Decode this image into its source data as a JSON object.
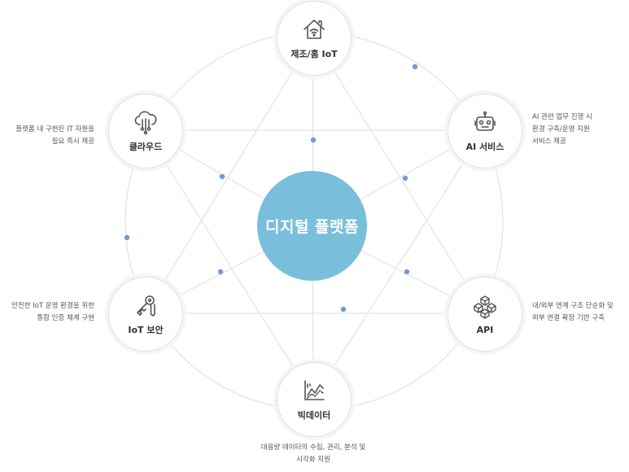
{
  "center": {
    "label": "디지털 플랫폼"
  },
  "nodes": [
    {
      "id": "iot-home",
      "label": "제조/홈 IoT",
      "icon": "smart-home-icon"
    },
    {
      "id": "ai-service",
      "label": "AI 서비스",
      "icon": "robot-icon"
    },
    {
      "id": "api",
      "label": "API",
      "icon": "cube-cluster-icon"
    },
    {
      "id": "big-data",
      "label": "빅데이터",
      "icon": "line-chart-icon"
    },
    {
      "id": "iot-security",
      "label": "IoT 보안",
      "icon": "keys-icon"
    },
    {
      "id": "cloud",
      "label": "클라우드",
      "icon": "cloud-network-icon"
    }
  ],
  "descriptions": {
    "ai_service": [
      "AI 관련 업무 진행 시",
      "환경 구축/운영 지원",
      "서비스 제공"
    ],
    "api": [
      "내/외부 연계 구조 단순화 및",
      "외부 연결 확장 기반 구축"
    ],
    "big_data": [
      "대용량 데이터의 수집, 관리, 분석 및",
      "시각화 지원"
    ],
    "iot_security": [
      "안전한 IoT 운영 환경을 위한",
      "통합 인증 체계 구현"
    ],
    "cloud": [
      "플랫폼 내 구현된 IT 자원을",
      "필요 즉시 제공"
    ]
  },
  "colors": {
    "center": "#79bfdc",
    "dot": "#6f9bd8",
    "line": "#e3e3e3",
    "icon": "#555555"
  }
}
